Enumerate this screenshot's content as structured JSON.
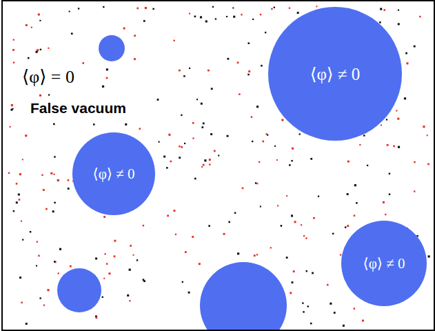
{
  "diagram": {
    "nodes": [
      {
        "text": [
          "⟨φ⟩ = 0",
          "False vacuum"
        ]
      },
      {
        "text": [
          "⟨φ⟩ ≠ 0"
        ],
        "in": 0
      },
      {
        "text": [
          "⟨φ⟩ ≠ 0"
        ],
        "in": 0
      },
      {
        "text": [
          "⟨φ⟩ ≠ 0"
        ],
        "in": 0
      }
    ]
  }
}
